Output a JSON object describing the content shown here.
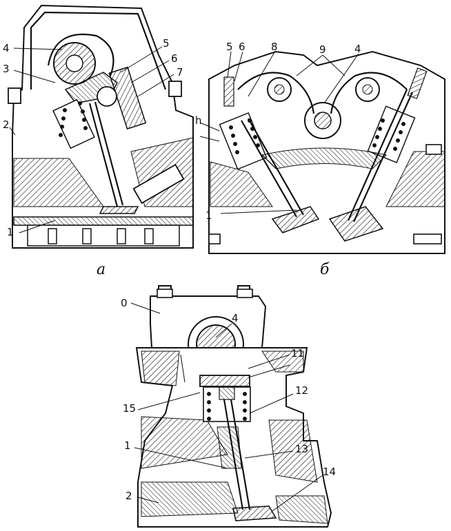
{
  "figure": {
    "captions": {
      "a": "а",
      "b": "б"
    },
    "labels_a": [
      "4",
      "3",
      "2",
      "1",
      "5",
      "6",
      "7"
    ],
    "labels_b": [
      "5",
      "6",
      "8",
      "9",
      "4",
      "h",
      "1"
    ],
    "labels_c": [
      "0",
      "4",
      "11",
      "15",
      "12",
      "1",
      "13",
      "14",
      "2"
    ]
  },
  "colors": {
    "ink": "#111111",
    "paper": "#ffffff"
  }
}
